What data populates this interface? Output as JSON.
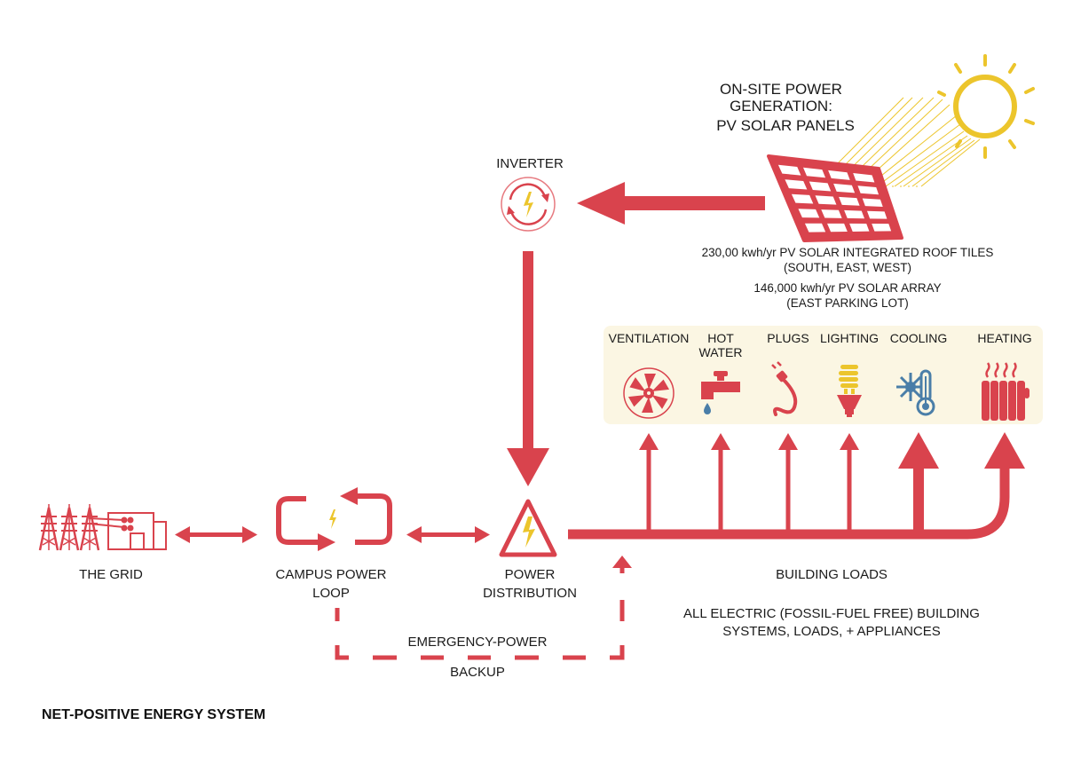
{
  "title": "NET-POSITIVE ENERGY SYSTEM",
  "colors": {
    "primary_red": "#d9434d",
    "sun_yellow": "#ecc52c",
    "cool_blue": "#4a7ea8",
    "panel_bg": "#fbf6e3",
    "text": "#1a1a1a"
  },
  "generation": {
    "title_lines": [
      "ON-SITE POWER",
      "GENERATION:",
      "PV SOLAR PANELS"
    ],
    "notes": [
      "230,00 kwh/yr PV SOLAR INTEGRATED ROOF TILES",
      "(SOUTH, EAST, WEST)",
      "146,000 kwh/yr PV SOLAR ARRAY",
      "(EAST PARKING LOT)"
    ],
    "icons": [
      "sun-icon",
      "solar-panel-icon"
    ]
  },
  "inverter": {
    "label": "INVERTER",
    "icon": "inverter-icon"
  },
  "grid": {
    "label": "THE GRID",
    "icon": "power-grid-icon"
  },
  "campus_loop": {
    "label_lines": [
      "CAMPUS  POWER",
      "LOOP"
    ],
    "icon": "power-loop-icon"
  },
  "distribution": {
    "label_lines": [
      "POWER",
      "DISTRIBUTION"
    ],
    "icon": "high-voltage-icon"
  },
  "backup": {
    "label_lines": [
      "EMERGENCY-POWER",
      "BACKUP"
    ]
  },
  "building_loads": {
    "label": "BUILDING LOADS",
    "description_lines": [
      "ALL ELECTRIC (FOSSIL-FUEL FREE) BUILDING",
      "SYSTEMS, LOADS, + APPLIANCES"
    ],
    "loads": [
      {
        "label_lines": [
          "VENTILATION"
        ],
        "icon": "fan-icon",
        "arrow": "thin"
      },
      {
        "label_lines": [
          "HOT",
          "WATER"
        ],
        "icon": "faucet-icon",
        "arrow": "thin"
      },
      {
        "label_lines": [
          "PLUGS"
        ],
        "icon": "plug-icon",
        "arrow": "thin"
      },
      {
        "label_lines": [
          "LIGHTING"
        ],
        "icon": "light-bulb-icon",
        "arrow": "thin"
      },
      {
        "label_lines": [
          "COOLING"
        ],
        "icon": "snowflake-thermometer-icon",
        "arrow": "thick"
      },
      {
        "label_lines": [
          "HEATING"
        ],
        "icon": "radiator-icon",
        "arrow": "thick"
      }
    ]
  }
}
